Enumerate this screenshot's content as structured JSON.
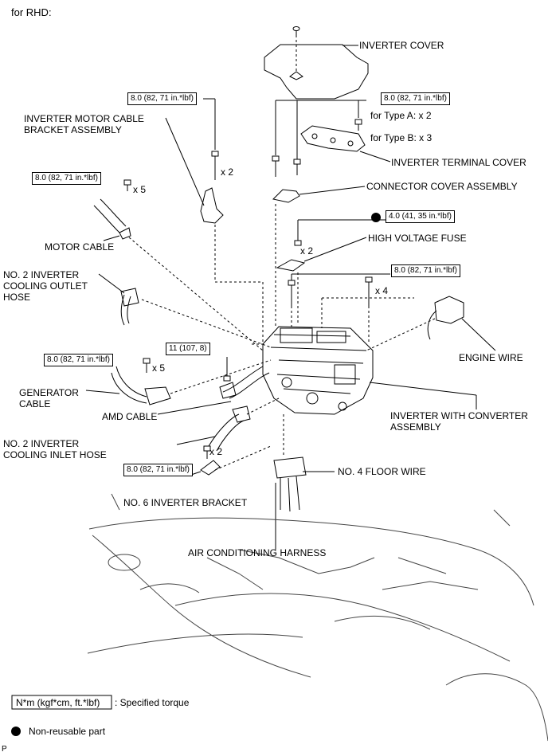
{
  "header": "for RHD:",
  "labels": {
    "inverter_cover": "INVERTER COVER",
    "motor_cable_bracket": "INVERTER MOTOR CABLE\nBRACKET ASSEMBLY",
    "type_a": "for Type A: x 2",
    "type_b": "for Type B: x 3",
    "terminal_cover": "INVERTER TERMINAL COVER",
    "connector_cover": "CONNECTOR COVER ASSEMBLY",
    "motor_cable": "MOTOR CABLE",
    "hv_fuse": "HIGH VOLTAGE FUSE",
    "cooling_outlet": "NO. 2 INVERTER\nCOOLING OUTLET\nHOSE",
    "engine_wire": "ENGINE WIRE",
    "generator_cable": "GENERATOR\nCABLE",
    "amd_cable": "AMD CABLE",
    "inverter_converter": "INVERTER WITH CONVERTER\nASSEMBLY",
    "cooling_inlet": "NO. 2 INVERTER\nCOOLING INLET HOSE",
    "floor_wire": "NO. 4 FLOOR WIRE",
    "bracket6": "NO. 6 INVERTER BRACKET",
    "ac_harness": "AIR CONDITIONING HARNESS"
  },
  "torques": {
    "t1": "8.0 (82, 71 in.*lbf)",
    "t2": "8.0 (82, 71 in.*lbf)",
    "t3": "8.0 (82, 71 in.*lbf)",
    "t4": "4.0 (41, 35 in.*lbf)",
    "t5": "8.0 (82, 71 in.*lbf)",
    "t6": "11 (107, 8)",
    "t7": "8.0 (82, 71 in.*lbf)",
    "t8": "8.0 (82, 71 in.*lbf)"
  },
  "quantities": {
    "q1": "x 2",
    "q2": "x 5",
    "q3": "x 2",
    "q4": "x 4",
    "q5": "x 5",
    "q6": "x 2"
  },
  "legend": {
    "torque_unit": "N*m (kgf*cm, ft.*lbf)",
    "torque_text": ": Specified torque",
    "nonreusable": "Non-reusable part"
  },
  "footer": "P"
}
